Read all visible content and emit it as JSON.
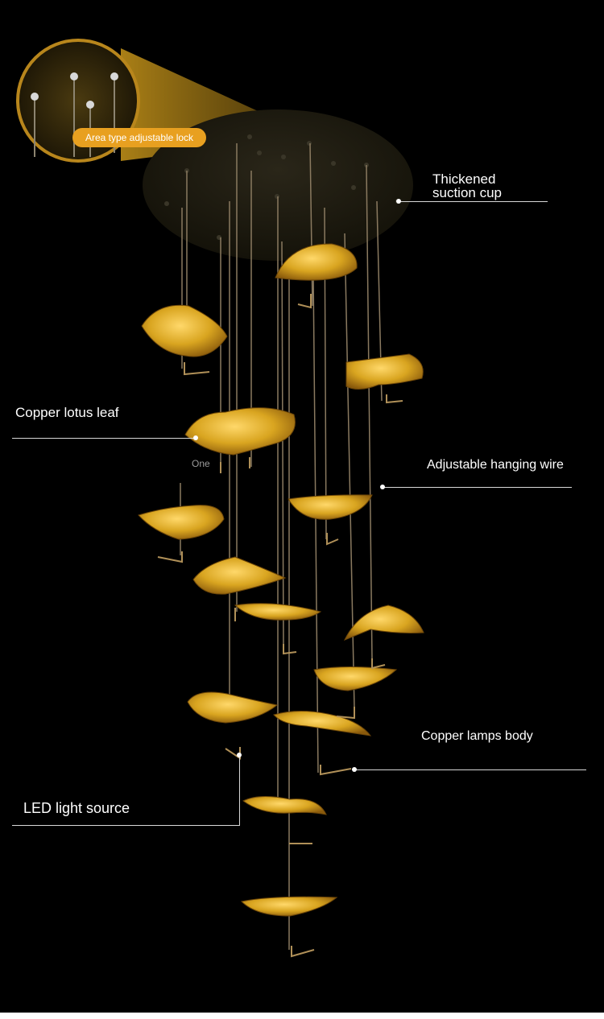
{
  "callouts": {
    "lock": "Area type adjustable lock",
    "suction_line1": "Thickened",
    "suction_line2": "suction cup",
    "leaf": "Copper lotus leaf",
    "wire": "Adjustable hanging wire",
    "body": "Copper lamps body",
    "led": "LED light source",
    "one": "One"
  },
  "colors": {
    "background": "#000000",
    "leaf_gold": "#d9a520",
    "lock_badge": "#e8a020",
    "canopy": "#1e1b15"
  }
}
